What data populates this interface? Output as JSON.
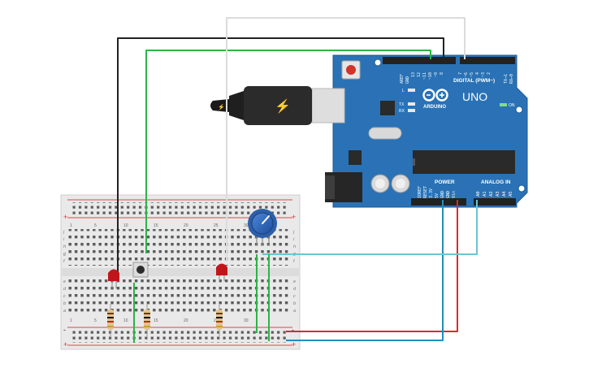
{
  "board": {
    "model": "UNO",
    "brand": "ARDUINO",
    "digital_label": "DIGITAL (PWM~)",
    "on_label": "ON",
    "power_label": "POWER",
    "analog_label": "ANALOG IN",
    "l_label": "L",
    "tx_label": "TX",
    "rx_label": "RX",
    "digital_pins": [
      "AREF",
      "GND",
      "13",
      "12",
      "~11",
      "~10",
      "~9",
      "8",
      "7",
      "~6",
      "~5",
      "4",
      "~3",
      "2",
      "TX→1",
      "RX←0"
    ],
    "power_pins": [
      "IOREF",
      "RESET",
      "3.3V",
      "5V",
      "GND",
      "GND",
      "Vin"
    ],
    "analog_pins": [
      "A0",
      "A1",
      "A2",
      "A3",
      "A4",
      "A5"
    ]
  },
  "breadboard": {
    "col_numbers": [
      "1",
      "5",
      "10",
      "15",
      "20",
      "25",
      "30"
    ],
    "row_letters_top": [
      "j",
      "i",
      "h",
      "g",
      "f"
    ],
    "row_letters_bottom": [
      "e",
      "d",
      "c",
      "b",
      "a"
    ],
    "rail_plus": "+",
    "rail_minus": "-"
  },
  "colors": {
    "board_blue": "#2a72b5",
    "wire_black": "#222222",
    "wire_green": "#2db34a",
    "wire_white": "#e2e2e2",
    "wire_red": "#d92b2b",
    "wire_blue": "#1f8fb8",
    "wire_cyan": "#6cc6d0",
    "led_red": "#c0161b"
  }
}
